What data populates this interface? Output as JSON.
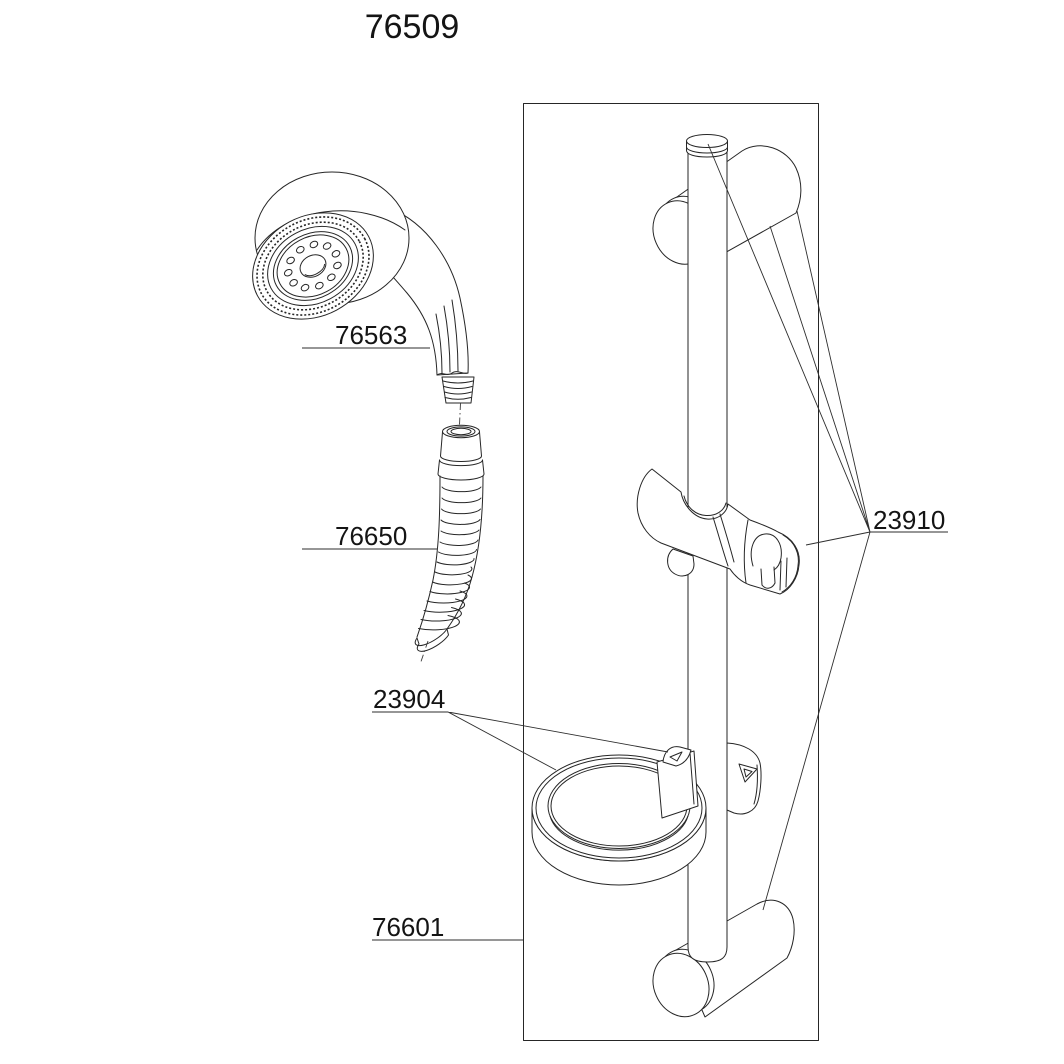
{
  "page": {
    "background": "#ffffff",
    "line_color": "#262626"
  },
  "diagram": {
    "type": "exploded-parts-diagram",
    "subject": "shower set with hand shower, hose and slide bar",
    "title": "76509",
    "labels": {
      "hand_shower": "76563",
      "hose": "76650",
      "mounting_hardware": "23910",
      "soap_dish": "23904",
      "slide_bar": "76601"
    }
  }
}
